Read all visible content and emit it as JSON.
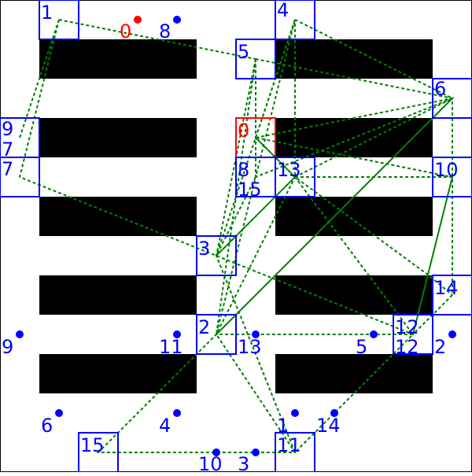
{
  "colors": {
    "background": "#ffffff",
    "obstacle": "#000000",
    "node": "#0000ff",
    "start": "#ff0000",
    "edge": "#008000"
  },
  "cells": [
    {
      "label": "1",
      "color": "node"
    },
    {
      "label": "4",
      "color": "node"
    },
    {
      "label": "5",
      "color": "node"
    },
    {
      "label": "6",
      "color": "node"
    },
    {
      "label": "0",
      "color": "start"
    },
    {
      "label": "9",
      "color": "node"
    },
    {
      "label": "7",
      "color": "node"
    },
    {
      "label": "7",
      "color": "node"
    },
    {
      "label": "8",
      "color": "node"
    },
    {
      "label": "15",
      "color": "node"
    },
    {
      "label": "13",
      "color": "node"
    },
    {
      "label": "10",
      "color": "node"
    },
    {
      "label": "3",
      "color": "node"
    },
    {
      "label": "14",
      "color": "node"
    },
    {
      "label": "2",
      "color": "node"
    },
    {
      "label": "12",
      "color": "node"
    },
    {
      "label": "12",
      "color": "node"
    },
    {
      "label": "15",
      "color": "node"
    },
    {
      "label": "11",
      "color": "node"
    }
  ],
  "points": [
    {
      "label": "0",
      "color": "start"
    },
    {
      "label": "8",
      "color": "node"
    },
    {
      "label": "9",
      "color": "node"
    },
    {
      "label": "11",
      "color": "node"
    },
    {
      "label": "13",
      "color": "node"
    },
    {
      "label": "5",
      "color": "node"
    },
    {
      "label": "2",
      "color": "node"
    },
    {
      "label": "6",
      "color": "node"
    },
    {
      "label": "4",
      "color": "node"
    },
    {
      "label": "1",
      "color": "node"
    },
    {
      "label": "14",
      "color": "node"
    },
    {
      "label": "10",
      "color": "node"
    },
    {
      "label": "3",
      "color": "node"
    }
  ]
}
